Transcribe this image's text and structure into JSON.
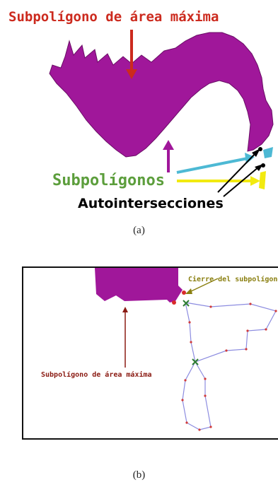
{
  "panel_a": {
    "label_max_area": "Subpolígono de área máxima",
    "label_subpolygons": "Subpolígonos",
    "label_self_intersections": "Autointersecciones",
    "caption": "(a)"
  },
  "panel_b": {
    "label_closure": "Cierre del subpolígono",
    "label_max_area": "Subpolígono de área máxima",
    "caption": "(b)"
  },
  "colors": {
    "polygon_fill": "#a0179a",
    "label_red": "#cc2a1e",
    "label_green": "#5c9e3c",
    "arrow_cyan": "#4db9d4",
    "arrow_yellow": "#f2ea10",
    "label_olive": "#8a7f10",
    "label_darkred": "#8a1a12",
    "path_blue": "#8c8ce0",
    "marker_green": "#2e7d32"
  }
}
